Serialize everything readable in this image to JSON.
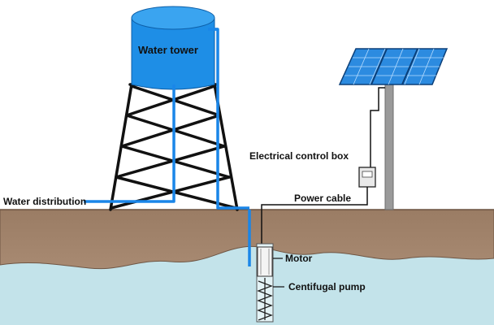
{
  "labels": {
    "water_tower": "Water tower",
    "water_distribution": "Water distribution",
    "electrical_control_box": "Electrical control box",
    "power_cable": "Power cable",
    "motor": "Motor",
    "centrifugal_pump": "Centifugal pump"
  },
  "colors": {
    "water_blue": "#1a86e8",
    "tank_blue": "#1e8ee6",
    "soil_brown": "#a0826a",
    "groundwater": "#c3e3ea",
    "panel_blue": "#2c8be0",
    "pole_gray": "#9a9a9a",
    "steel_black": "#111111"
  }
}
